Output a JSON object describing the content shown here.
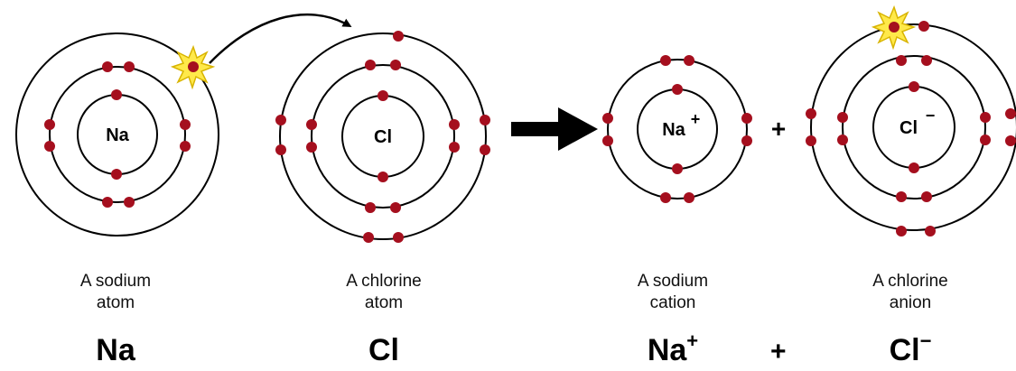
{
  "atoms": [
    {
      "symbol": "Na",
      "charge": "",
      "caption_line1": "A sodium",
      "caption_line2": "atom",
      "formula": "Na",
      "formula_charge": ""
    },
    {
      "symbol": "Cl",
      "charge": "",
      "caption_line1": "A chlorine",
      "caption_line2": "atom",
      "formula": "Cl",
      "formula_charge": ""
    },
    {
      "symbol": "Na",
      "charge": "+",
      "caption_line1": "A sodium",
      "caption_line2": "cation",
      "formula": "Na",
      "formula_charge": "+"
    },
    {
      "symbol": "Cl",
      "charge": "−",
      "caption_line1": "A chlorine",
      "caption_line2": "anion",
      "formula": "Cl",
      "formula_charge": "−"
    }
  ],
  "plus_sign": "+",
  "colors": {
    "electron": "#a50f1e",
    "ring": "#000000",
    "highlight": "#ffe94a",
    "highlight_stroke": "#d8b400",
    "arrow": "#000000"
  },
  "icons": {
    "reaction_arrow": "right-arrow-icon",
    "transfer_arrow": "curved-arrow-icon",
    "highlight": "starburst-icon"
  }
}
